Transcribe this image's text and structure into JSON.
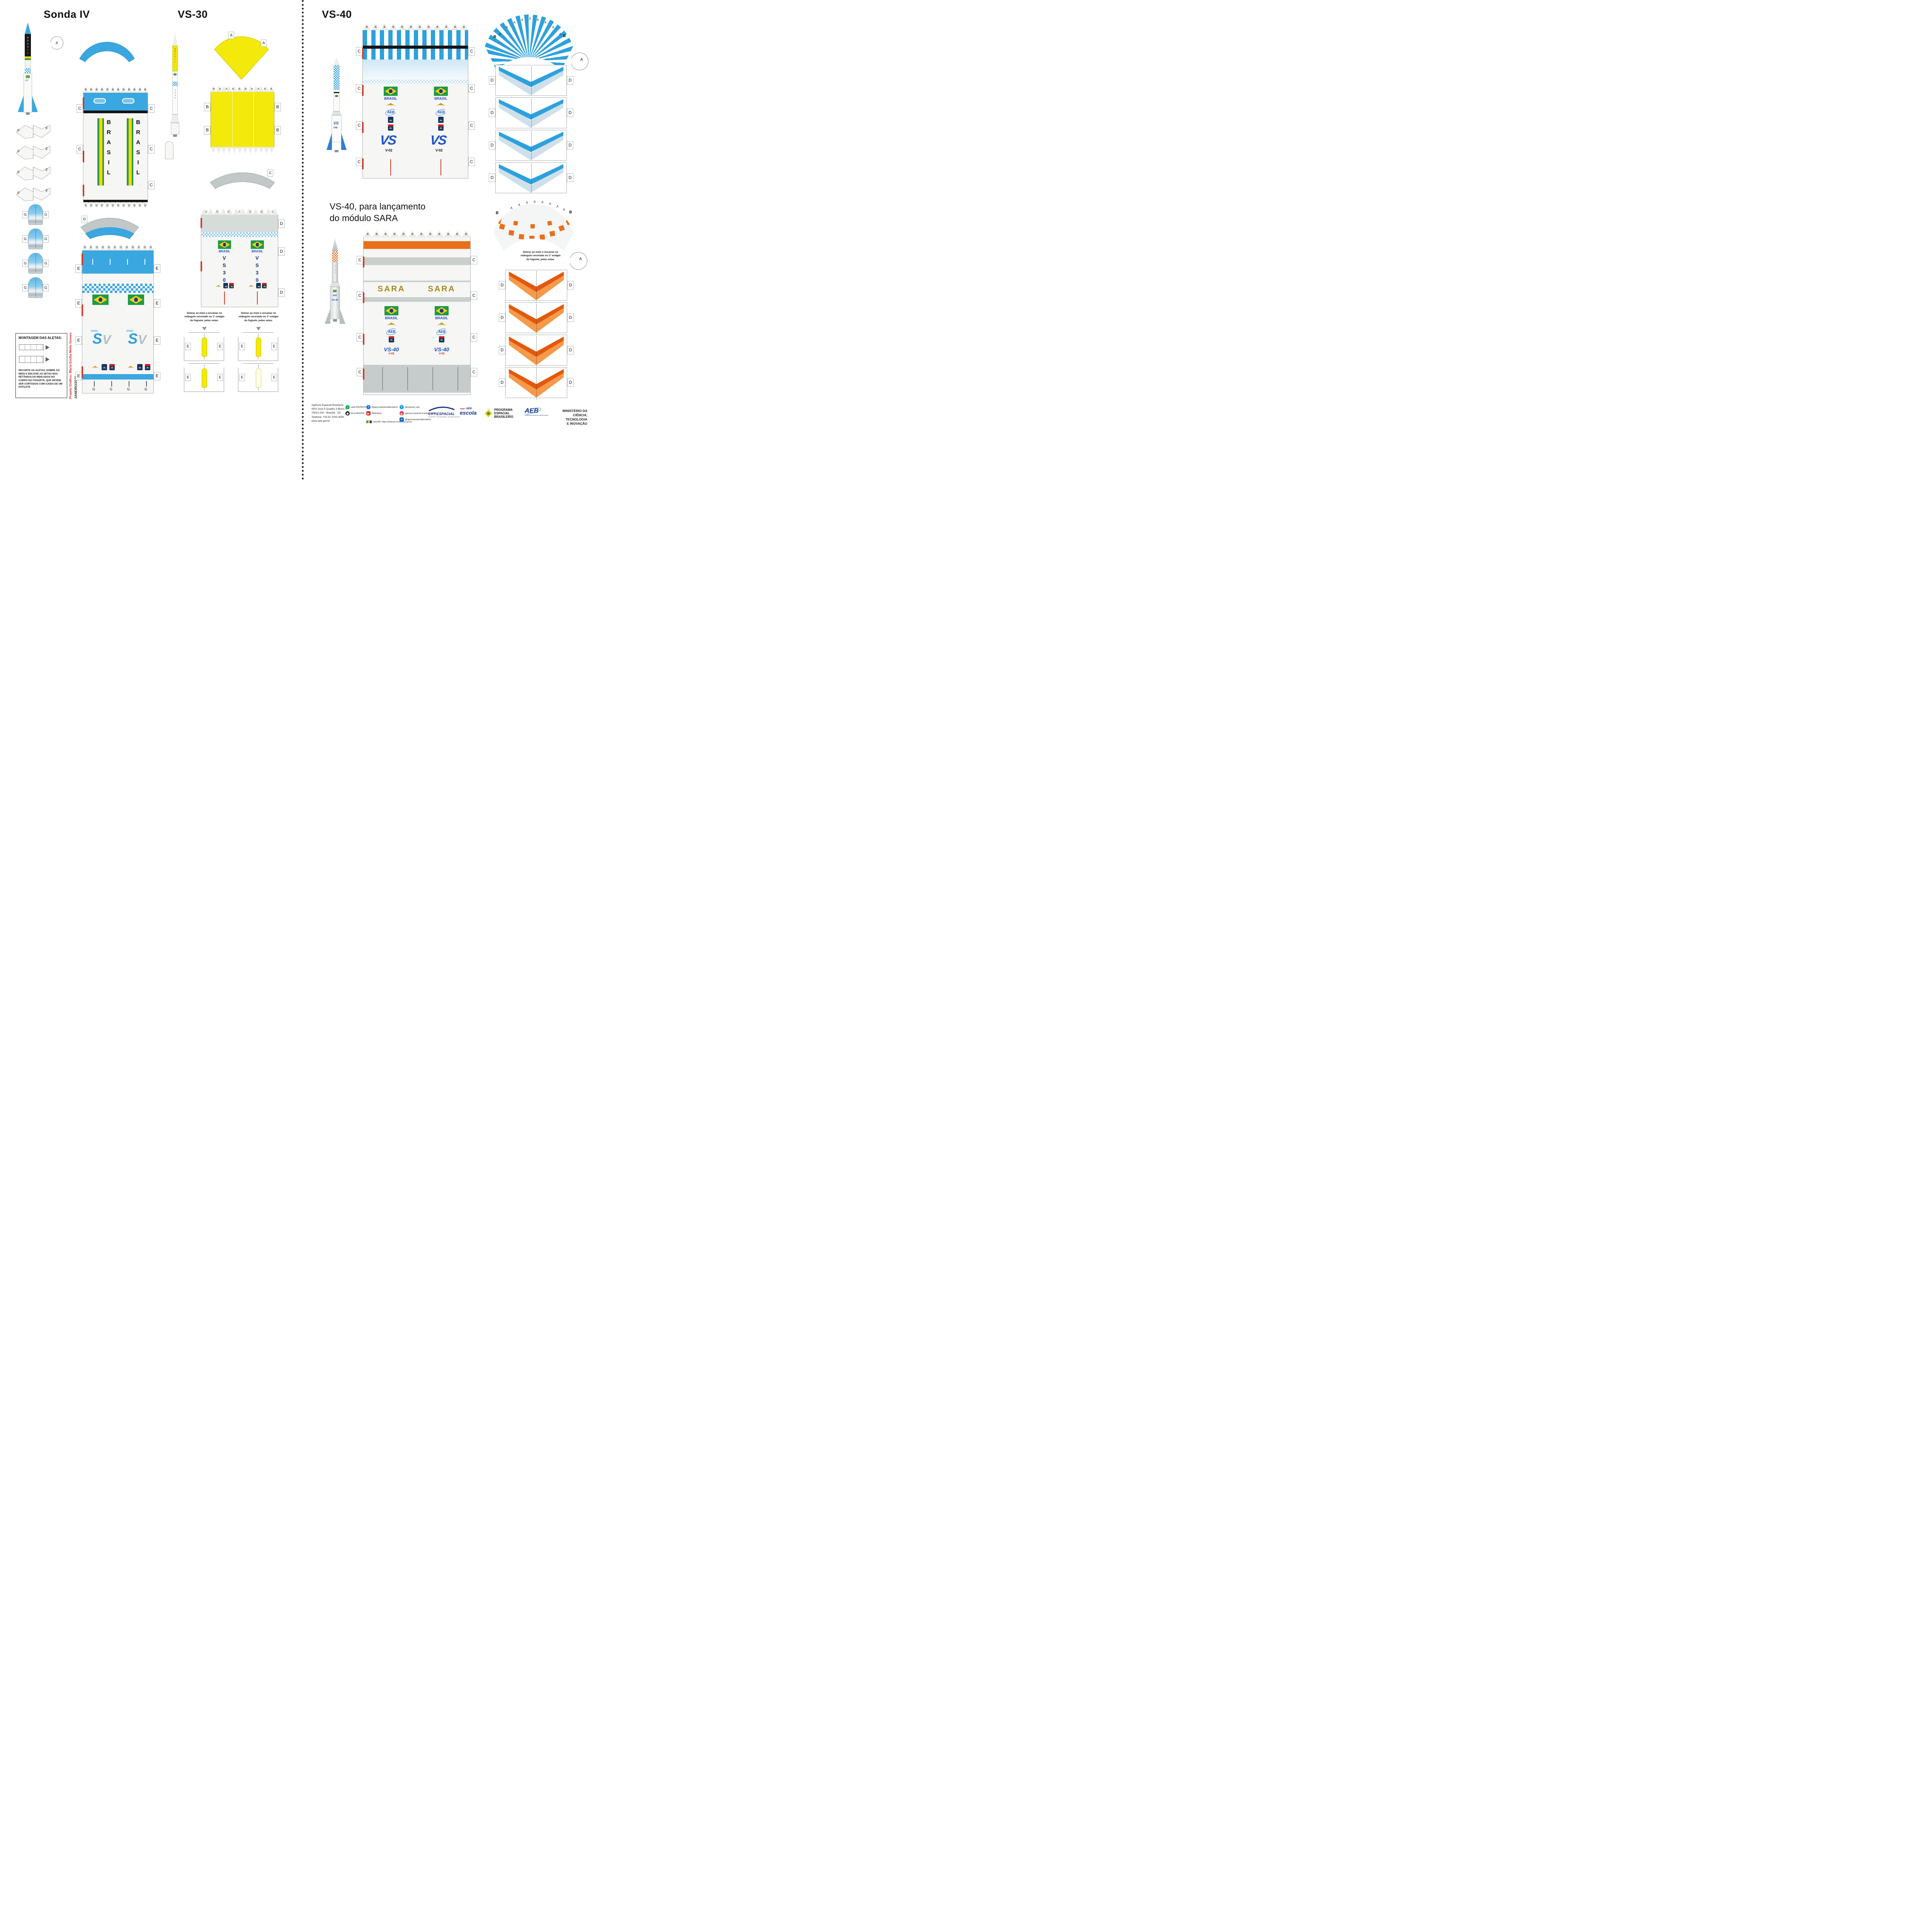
{
  "titles": {
    "sonda4": "Sonda IV",
    "vs30": "VS-30",
    "vs40": "VS-40",
    "sara1": "VS-40, para lançamento",
    "sara2": "do módulo SARA"
  },
  "letters": {
    "A": "A",
    "B": "B",
    "C": "C",
    "D": "D",
    "E": "E",
    "F": "F",
    "G": "G"
  },
  "texts": {
    "brasil": "BRASIL",
    "vs30_stack": "VS30",
    "sara": "SARA",
    "vs40": "VS-40",
    "v02": "V-02",
    "v03": "V-03",
    "vs": "VS",
    "n40": "40",
    "sonda": "SONDA",
    "s": "S",
    "v": "V",
    "sv": "SV",
    "aeb": "AEB"
  },
  "instructions": {
    "fold": "Dobrar ao meio e encaixar no retângulo recortado no 1º estágio do foguete, pelas setas.",
    "montagem_title": "MONTAGEM DAS ALETAS:",
    "montagem_body": "RECORTE AS ALETAS, DOBRE AO MEIO E ENCAIXE AS SETAS NOS RETÂNGULOS INDICADOS NO CORPO DO FOGUETE, QUE DEVEM SER CORTADOS COM AJUDA DE UM ESTILETE",
    "credit": "Projeto Gráfico: Maria Emília Mello Gomes",
    "credit_date": "JANEIRO/2023"
  },
  "icons": {
    "spotify": "♪",
    "camera": "◉",
    "facebook": "f",
    "youtube": "▶",
    "twitter": "t",
    "instagram": "◎",
    "linkedin": "in"
  },
  "footer": {
    "address": [
      "Agência Espacial Brasileira",
      "SPO Área 5 Quadra 3 Bloco A",
      "70610-200 - Brasília - DF",
      "Telefone: +55 61 2033.4000",
      "www.aeb.gov.br"
    ],
    "social": {
      "spotify": "spoti.fi/3e99eVF",
      "bitly": "bit.ly/3fcKPPA",
      "facebook": "@agenciaespacialbrasileira",
      "youtube": "AEBoficial",
      "falabr": "Fala.BR: https://sistema.ouvidorias.gov.br",
      "twitter": "@espacial_aeb",
      "instagram": "agencia-espacial-brasileira-oficial",
      "linkedin": "@agenciaespacialbrasileira"
    },
    "logos": {
      "cvt": "CVT-ESPACIAL",
      "cvt_sub": "CENTRO VOCACIONAL TECNOLÓGICO",
      "escola": "escola",
      "programa1": "PROGRAMA",
      "programa2": "ESPACIAL",
      "programa3": "BRASILEIRO",
      "aeb_sub": "AGÊNCIA ESPACIAL BRASILEIRA",
      "min1": "MINISTÉRIO DA",
      "min2": "CIÊNCIA, TECNOLOGIA",
      "min3": "E INOVAÇÃO"
    }
  },
  "colors": {
    "blue": "#3aa7e0",
    "stripe_blue": "#2ea1dd",
    "yellow": "#f3e90a",
    "orange": "#e8701a",
    "navy": "#1d52c8",
    "gold": "#a5891c",
    "red": "#d23b2f"
  }
}
